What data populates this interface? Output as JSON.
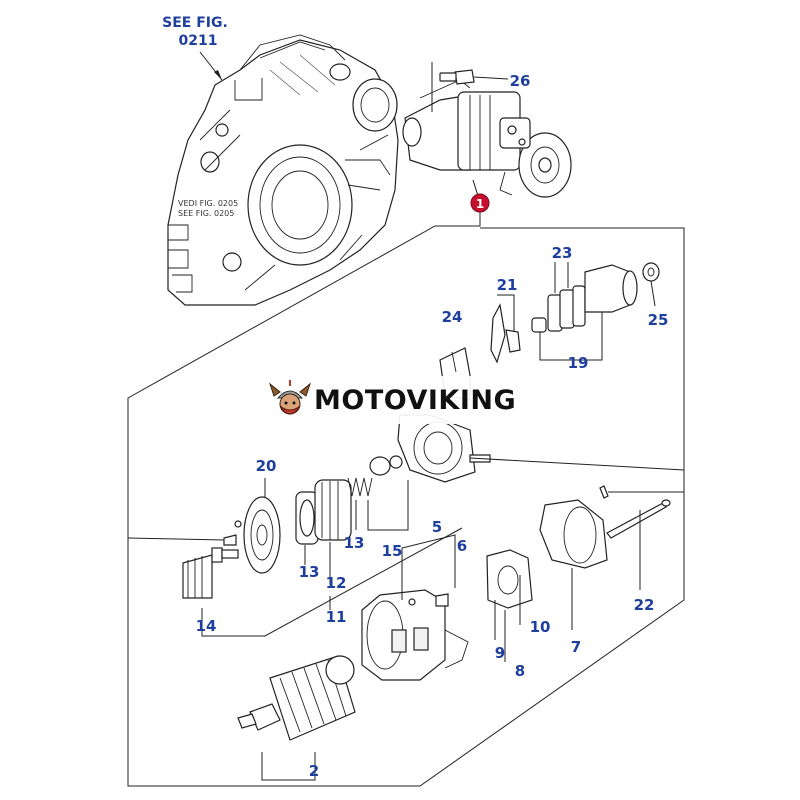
{
  "references": {
    "see_fig_top": "SEE FIG.",
    "see_fig_top_number": "0211",
    "vedi_fig": "VEDI FIG. 0205",
    "see_fig_side": "SEE FIG. 0205"
  },
  "assembly_badge": "1",
  "callouts": {
    "c2": "2",
    "c5": "5",
    "c6": "6",
    "c7": "7",
    "c8": "8",
    "c9": "9",
    "c10": "10",
    "c11": "11",
    "c12": "12",
    "c13a": "13",
    "c13b": "13",
    "c14": "14",
    "c15": "15",
    "c19": "19",
    "c20": "20",
    "c21": "21",
    "c22": "22",
    "c23": "23",
    "c24": "24",
    "c25": "25",
    "c26": "26"
  },
  "watermark": {
    "brand": "MOTOVIKING"
  },
  "colors": {
    "callout": "#1f3f9f",
    "badge": "#c8102e",
    "line": "#222222"
  },
  "icons": {
    "logo": "viking-head-icon"
  }
}
